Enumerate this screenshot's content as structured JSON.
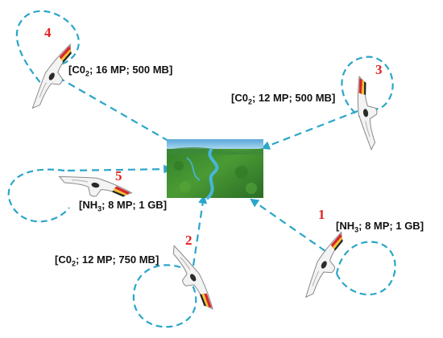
{
  "colors": {
    "path": "#2aa6c9",
    "number": "#e52121",
    "label": "#111111",
    "forest": "#3f8a2c",
    "river": "#38a8d0",
    "sky": "#6fb5e0"
  },
  "central_image": {
    "icon": "forest-river-photo"
  },
  "uavs": [
    {
      "id": "1",
      "number": "1",
      "gas_pre": "[NH",
      "gas_sub": "3",
      "specs": "; 8 MP; 1 GB]"
    },
    {
      "id": "2",
      "number": "2",
      "gas_pre": "[C0",
      "gas_sub": "2",
      "specs": "; 12 MP; 750 MB]"
    },
    {
      "id": "3",
      "number": "3",
      "gas_pre": "[C0",
      "gas_sub": "2",
      "specs": "; 12 MP; 500 MB]"
    },
    {
      "id": "4",
      "number": "4",
      "gas_pre": "[C0",
      "gas_sub": "2",
      "specs": "; 16 MP; 500 MB]"
    },
    {
      "id": "5",
      "number": "5",
      "gas_pre": "[NH",
      "gas_sub": "3",
      "specs": "; 8 MP; 1 GB]"
    }
  ]
}
